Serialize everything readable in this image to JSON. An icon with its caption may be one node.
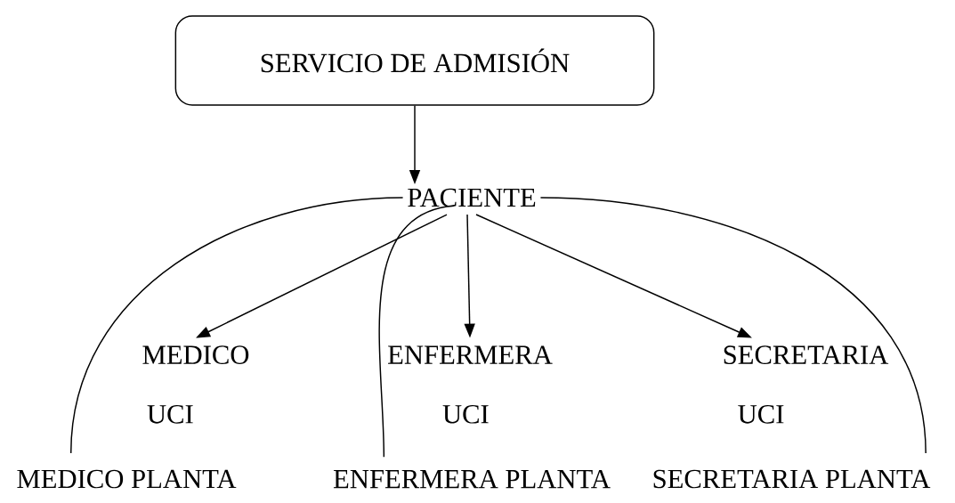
{
  "diagram": {
    "nodes": [
      {
        "text": [
          "SERVICIO DE ADMISIÓN"
        ]
      },
      {
        "text": [
          "PACIENTE"
        ]
      },
      {
        "text": [
          "MEDICO",
          "UCI"
        ]
      },
      {
        "text": [
          "ENFERMERA",
          "UCI"
        ]
      },
      {
        "text": [
          "SECRETARIA",
          "UCI"
        ]
      },
      {
        "text": [
          "MEDICO PLANTA"
        ]
      },
      {
        "text": [
          "ENFERMERA PLANTA"
        ]
      },
      {
        "text": [
          "SECRETARIA PLANTA"
        ]
      }
    ],
    "edges": [
      {
        "from": 0,
        "to": 1,
        "arrow": "to"
      },
      {
        "from": 1,
        "to": 2,
        "arrow": "to"
      },
      {
        "from": 1,
        "to": 3,
        "arrow": "to"
      },
      {
        "from": 1,
        "to": 4,
        "arrow": "to"
      },
      {
        "from": 1,
        "to": 5,
        "arrow": "none"
      },
      {
        "from": 1,
        "to": 6,
        "arrow": "none"
      },
      {
        "from": 1,
        "to": 7,
        "arrow": "none"
      }
    ]
  }
}
